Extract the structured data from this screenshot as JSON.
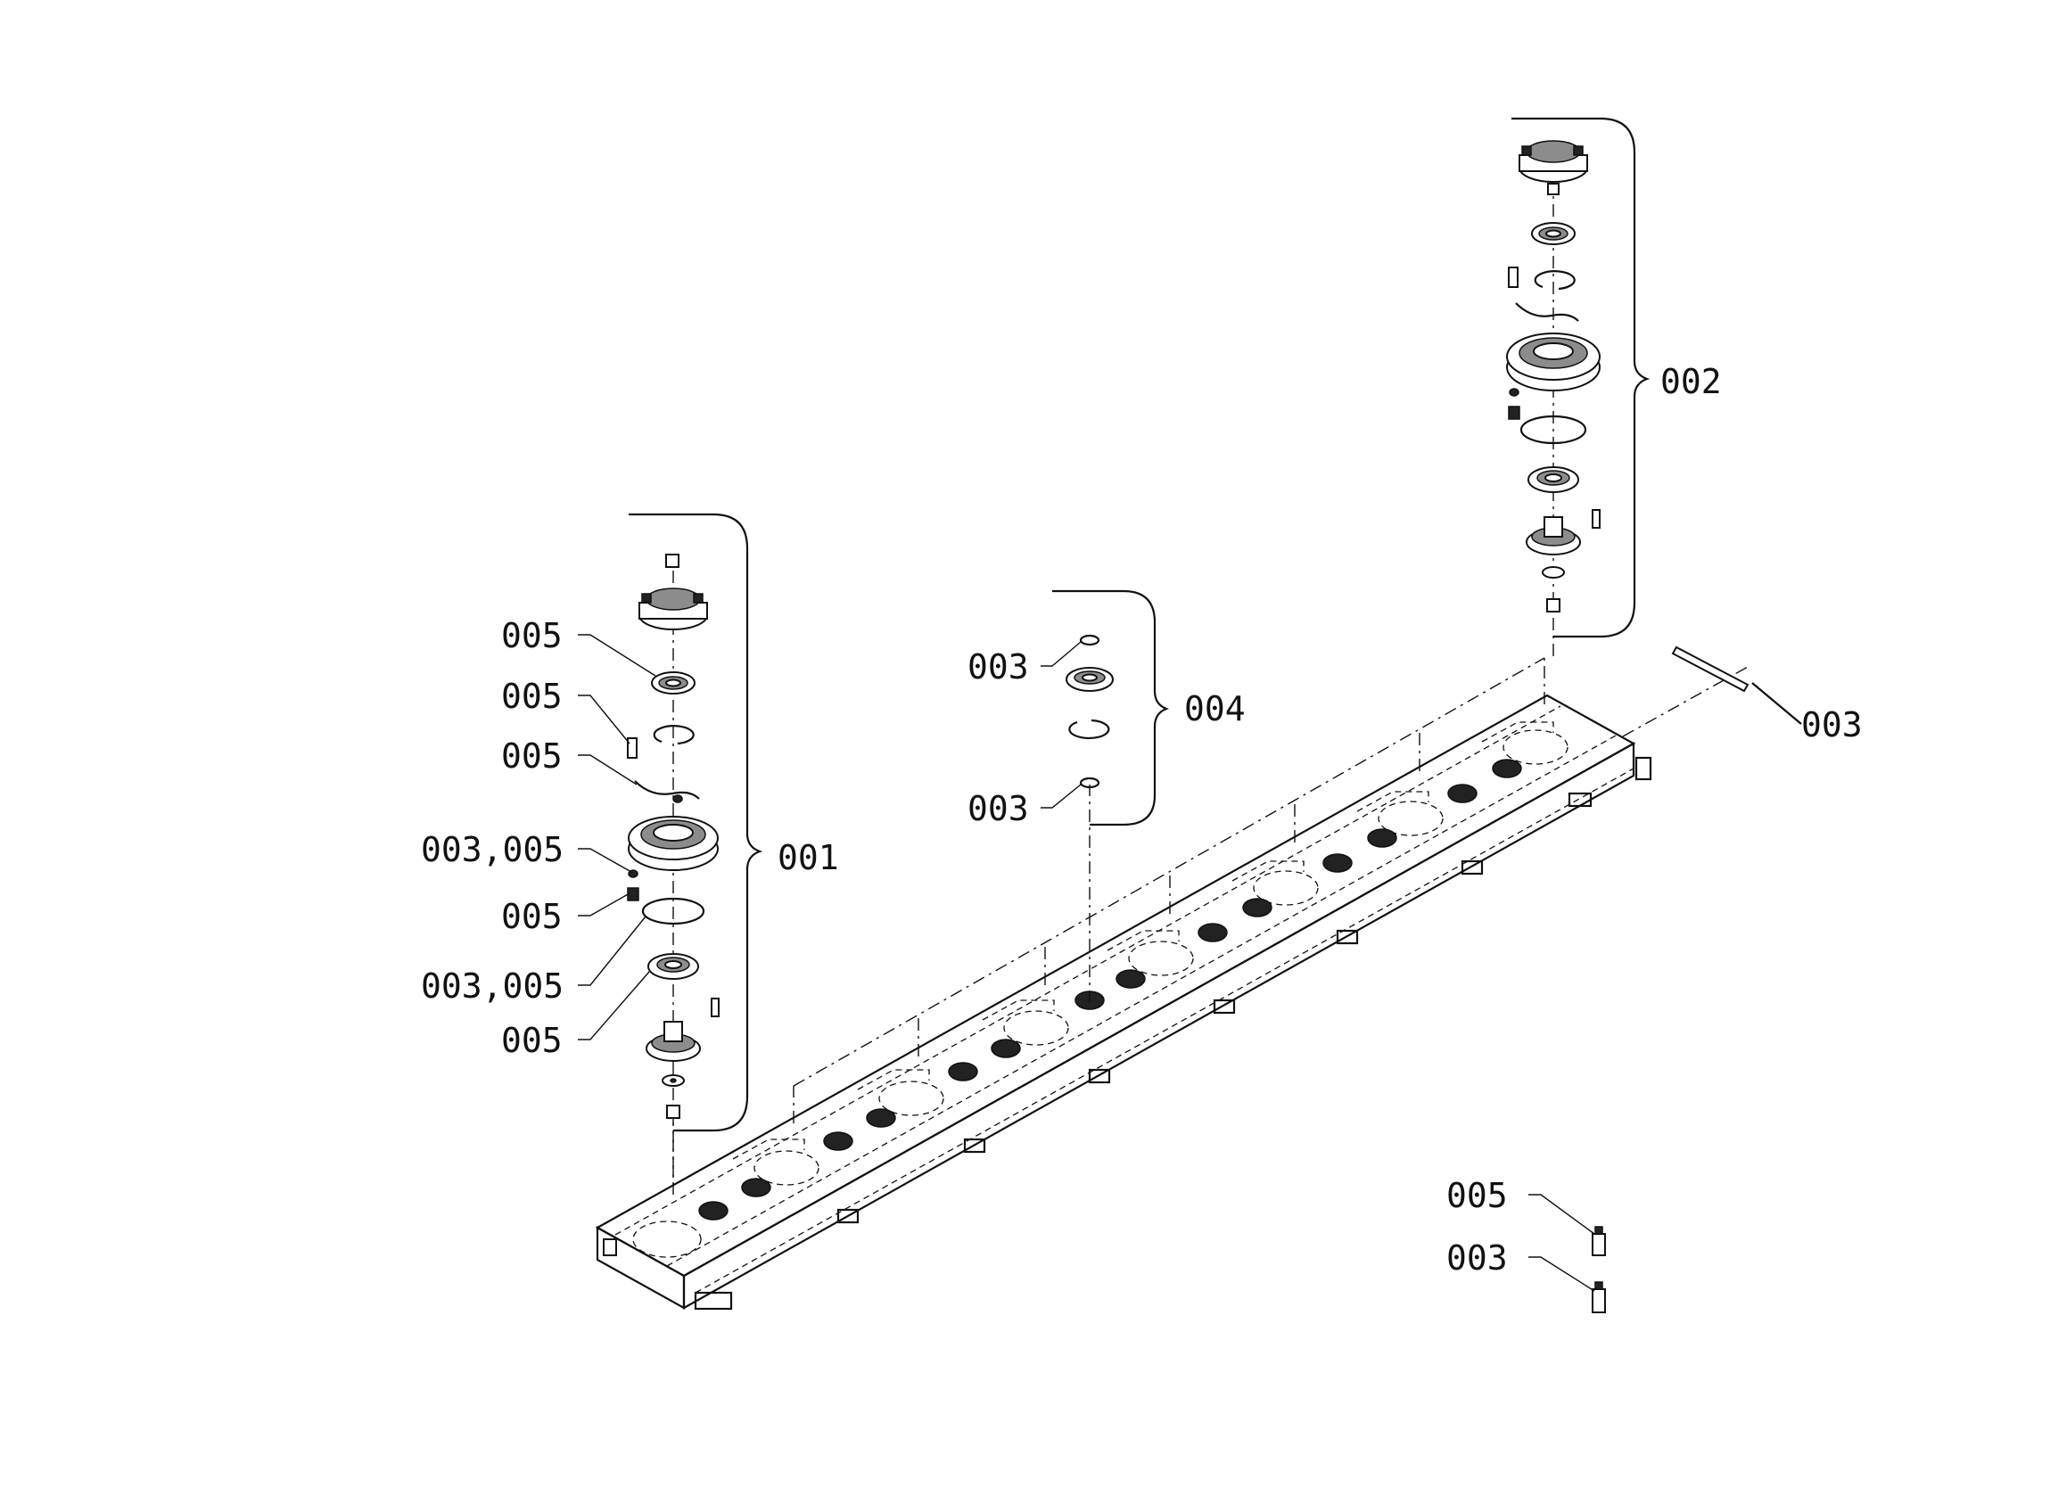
{
  "callouts": {
    "assembly_001": "001",
    "assembly_002": "002",
    "assembly_004": "004",
    "pin_003": "003",
    "a001_cover_005": "005",
    "a001_bolt_005": "005",
    "a001_pipe_005": "005",
    "a001_fitting_003_005": "003,005",
    "a001_nipple_005": "005",
    "a001_oring_003_005": "003,005",
    "a001_bearing_005": "005",
    "a004_top_003": "003",
    "a004_bottom_003": "003",
    "loose_005": "005",
    "loose_003": "003"
  },
  "colors": {
    "line": "#111111",
    "background": "#ffffff"
  }
}
